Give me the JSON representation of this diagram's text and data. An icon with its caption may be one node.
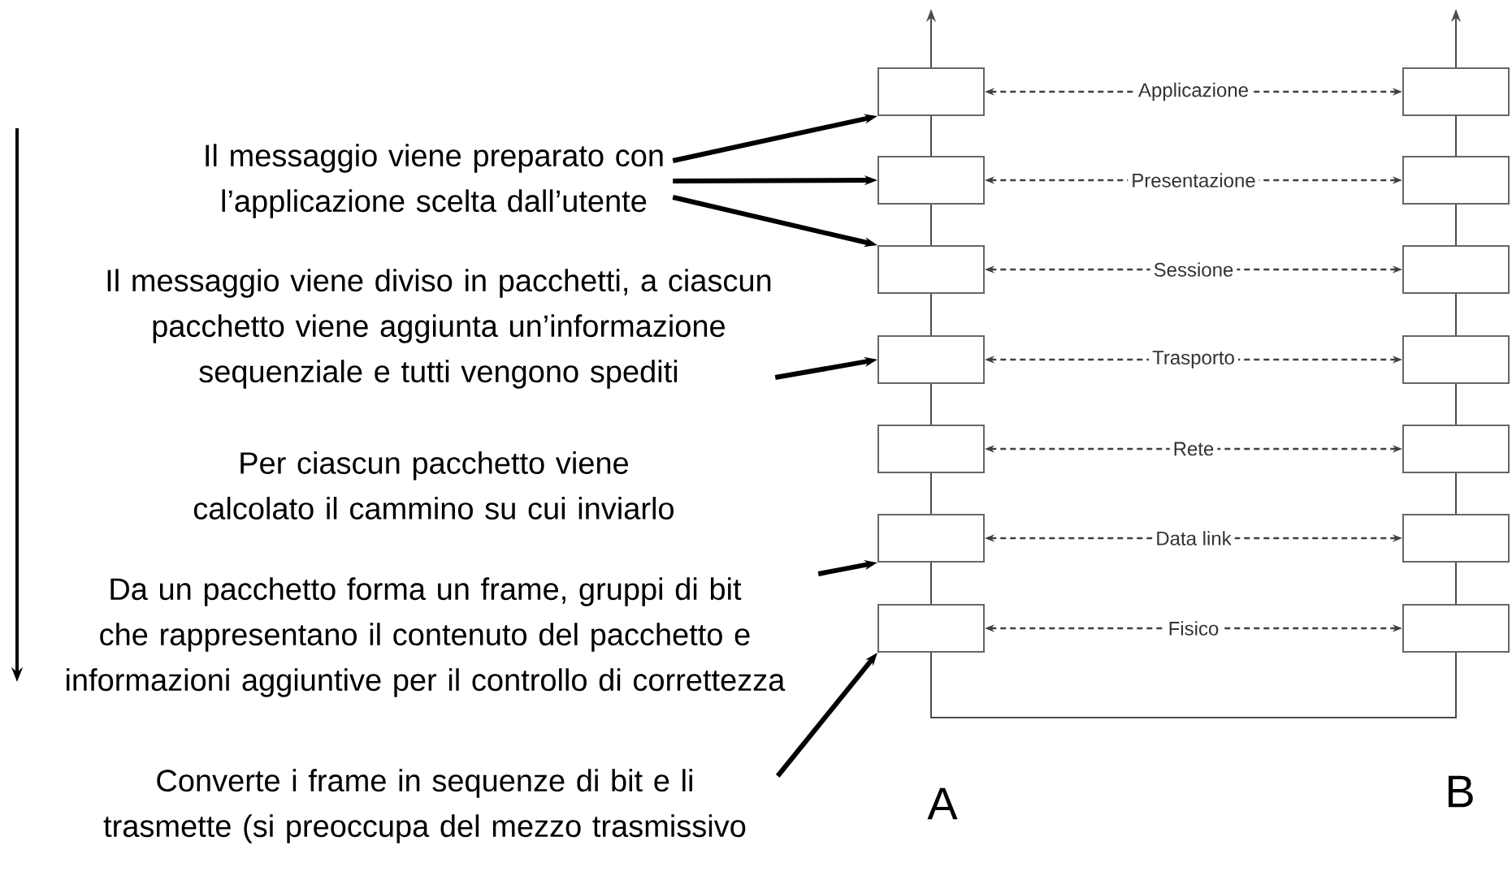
{
  "diagram": {
    "nodes": [
      {
        "text": [],
        "shape": "box"
      },
      {
        "text": [],
        "shape": "box"
      },
      {
        "text": [],
        "shape": "box"
      },
      {
        "text": [],
        "shape": "box"
      },
      {
        "text": [],
        "shape": "box"
      },
      {
        "text": [],
        "shape": "box"
      },
      {
        "text": [],
        "shape": "box"
      },
      {
        "text": [],
        "shape": "box"
      },
      {
        "text": [],
        "shape": "box"
      },
      {
        "text": [],
        "shape": "box"
      },
      {
        "text": [],
        "shape": "box"
      },
      {
        "text": [],
        "shape": "box"
      },
      {
        "text": [],
        "shape": "box"
      },
      {
        "text": [],
        "shape": "box"
      },
      {
        "text": [
          "Il messaggio viene preparato con l’applicazione scelta dall’utente"
        ]
      },
      {
        "text": [
          "Il messaggio viene diviso in pacchetti, a ciascun pacchetto viene aggiunta un’informazione sequenziale e tutti vengono spediti"
        ]
      },
      {
        "text": [
          "Per ciascun pacchetto viene calcolato il cammino su cui inviarlo"
        ]
      },
      {
        "text": [
          "Da un pacchetto forma un frame, gruppi di bit che rappresentano il contenuto del pacchetto e informazioni aggiuntive per il controllo di correttezza"
        ]
      },
      {
        "text": [
          "Converte i frame in sequenze di bit e li trasmette (si preoccupa del mezzo trasmissivo"
        ]
      }
    ],
    "edges": [
      {
        "from": 0,
        "to": 7,
        "arrow": "both",
        "label": "Applicazione",
        "style": "dashed"
      },
      {
        "from": 1,
        "to": 8,
        "arrow": "both",
        "label": "Presentazione",
        "style": "dashed"
      },
      {
        "from": 2,
        "to": 9,
        "arrow": "both",
        "label": "Sessione",
        "style": "dashed"
      },
      {
        "from": 3,
        "to": 10,
        "arrow": "both",
        "label": "Trasporto",
        "style": "dashed"
      },
      {
        "from": 4,
        "to": 11,
        "arrow": "both",
        "label": "Rete",
        "style": "dashed"
      },
      {
        "from": 5,
        "to": 12,
        "arrow": "both",
        "label": "Data link",
        "style": "dashed"
      },
      {
        "from": 6,
        "to": 13,
        "arrow": "both",
        "label": "Fisico",
        "style": "dashed"
      },
      {
        "from": 0,
        "to": 1,
        "arrow": "none"
      },
      {
        "from": 1,
        "to": 2,
        "arrow": "none"
      },
      {
        "from": 2,
        "to": 3,
        "arrow": "none"
      },
      {
        "from": 3,
        "to": 4,
        "arrow": "none"
      },
      {
        "from": 4,
        "to": 5,
        "arrow": "none"
      },
      {
        "from": 5,
        "to": 6,
        "arrow": "none"
      },
      {
        "from": 7,
        "to": 8,
        "arrow": "none"
      },
      {
        "from": 8,
        "to": 9,
        "arrow": "none"
      },
      {
        "from": 9,
        "to": 10,
        "arrow": "none"
      },
      {
        "from": 10,
        "to": 11,
        "arrow": "none"
      },
      {
        "from": 11,
        "to": 12,
        "arrow": "none"
      },
      {
        "from": 12,
        "to": 13,
        "arrow": "none"
      },
      {
        "from": 6,
        "to": 13,
        "arrow": "none"
      },
      {
        "from": 0,
        "to": null,
        "arrow": "to"
      },
      {
        "from": 7,
        "to": null,
        "arrow": "to"
      },
      {
        "from": 14,
        "to": 0,
        "arrow": "to",
        "style": "thick"
      },
      {
        "from": 14,
        "to": 1,
        "arrow": "to",
        "style": "thick"
      },
      {
        "from": 14,
        "to": 2,
        "arrow": "to",
        "style": "thick"
      },
      {
        "from": 15,
        "to": 3,
        "arrow": "to",
        "style": "thick"
      },
      {
        "from": 17,
        "to": 5,
        "arrow": "to",
        "style": "thick"
      },
      {
        "from": 18,
        "to": 6,
        "arrow": "to",
        "style": "thick"
      }
    ],
    "labels": [
      "A",
      "B"
    ]
  }
}
